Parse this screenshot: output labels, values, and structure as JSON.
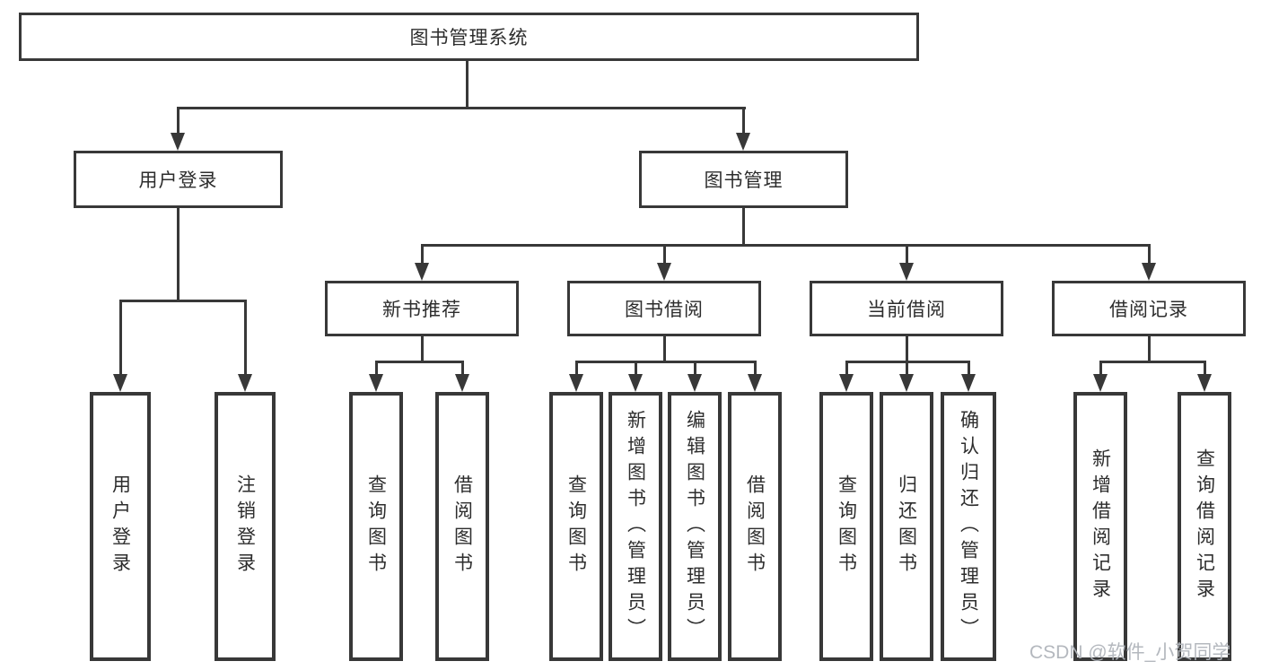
{
  "diagram": {
    "title": "图书管理系统",
    "branches": [
      {
        "label": "用户登录",
        "children": [
          "用户登录",
          "注销登录"
        ]
      },
      {
        "label": "图书管理",
        "groups": [
          {
            "label": "新书推荐",
            "children": [
              "查询图书",
              "借阅图书"
            ]
          },
          {
            "label": "图书借阅",
            "children": [
              "查询图书",
              "新增图书（管理员）",
              "编辑图书（管理员）",
              "借阅图书"
            ]
          },
          {
            "label": "当前借阅",
            "children": [
              "查询图书",
              "归还图书",
              "确认归还（管理员）"
            ]
          },
          {
            "label": "借阅记录",
            "children": [
              "新增借阅记录",
              "查询借阅记录"
            ]
          }
        ]
      }
    ]
  },
  "colors": {
    "line": "#383838",
    "text": "#2d2d2d",
    "watermark": "#b0b4ba"
  },
  "watermark": "CSDN @软件_小贺同学"
}
